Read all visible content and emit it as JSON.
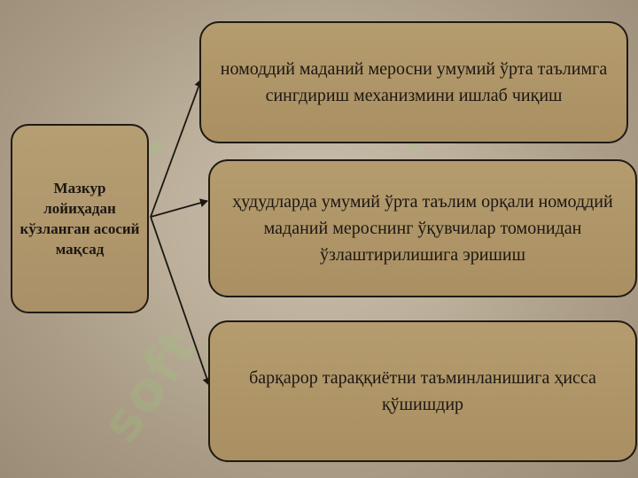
{
  "watermark": {
    "text": "soft"
  },
  "diagram": {
    "source": {
      "label": "Мазкур лойиҳадан кўзланган асосий мақсад"
    },
    "targets": [
      {
        "label": "номоддий маданий меросни умумий ўрта таълимга сингдириш механизмини ишлаб чиқиш"
      },
      {
        "label": "ҳудудларда умумий ўрта таълим орқали номоддий маданий мероснинг ўқувчилар томонидан ўзлаштирилишига эришиш"
      },
      {
        "label": "барқарор тараққиётни таъминланишига ҳисса қўшишдир"
      }
    ]
  },
  "colors": {
    "box_fill": "#ae9467",
    "box_border": "#1f1a14",
    "background": "#bcb09b",
    "watermark": "#96cd78"
  }
}
